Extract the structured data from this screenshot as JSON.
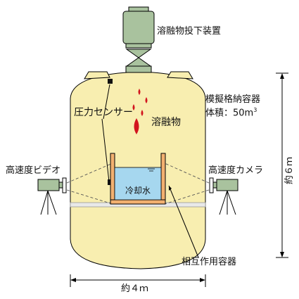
{
  "labels": {
    "dropper": "溶融物投下装置",
    "vessel_name": "模擬格納容器",
    "vessel_volume_prefix": "体積：50m",
    "vessel_volume_unit_sup": "3",
    "pressure_sensor": "圧力センサー",
    "melt": "溶融物",
    "video_camera_left": "高速度ビデオ",
    "camera_right": "高速度カメラ",
    "cooling_water": "冷却水",
    "interaction_vessel": "相互作用容器",
    "height_dim": "約６ｍ",
    "width_dim": "約４ｍ"
  },
  "colors": {
    "vessel_fill": "#f8eeb0",
    "vessel_stroke": "#000000",
    "device_green": "#a9c29e",
    "water_blue": "#a6d7ef",
    "container_orange": "#f2b070",
    "melt_red": "#d2141e",
    "floor_gray": "#e9e9e9"
  }
}
